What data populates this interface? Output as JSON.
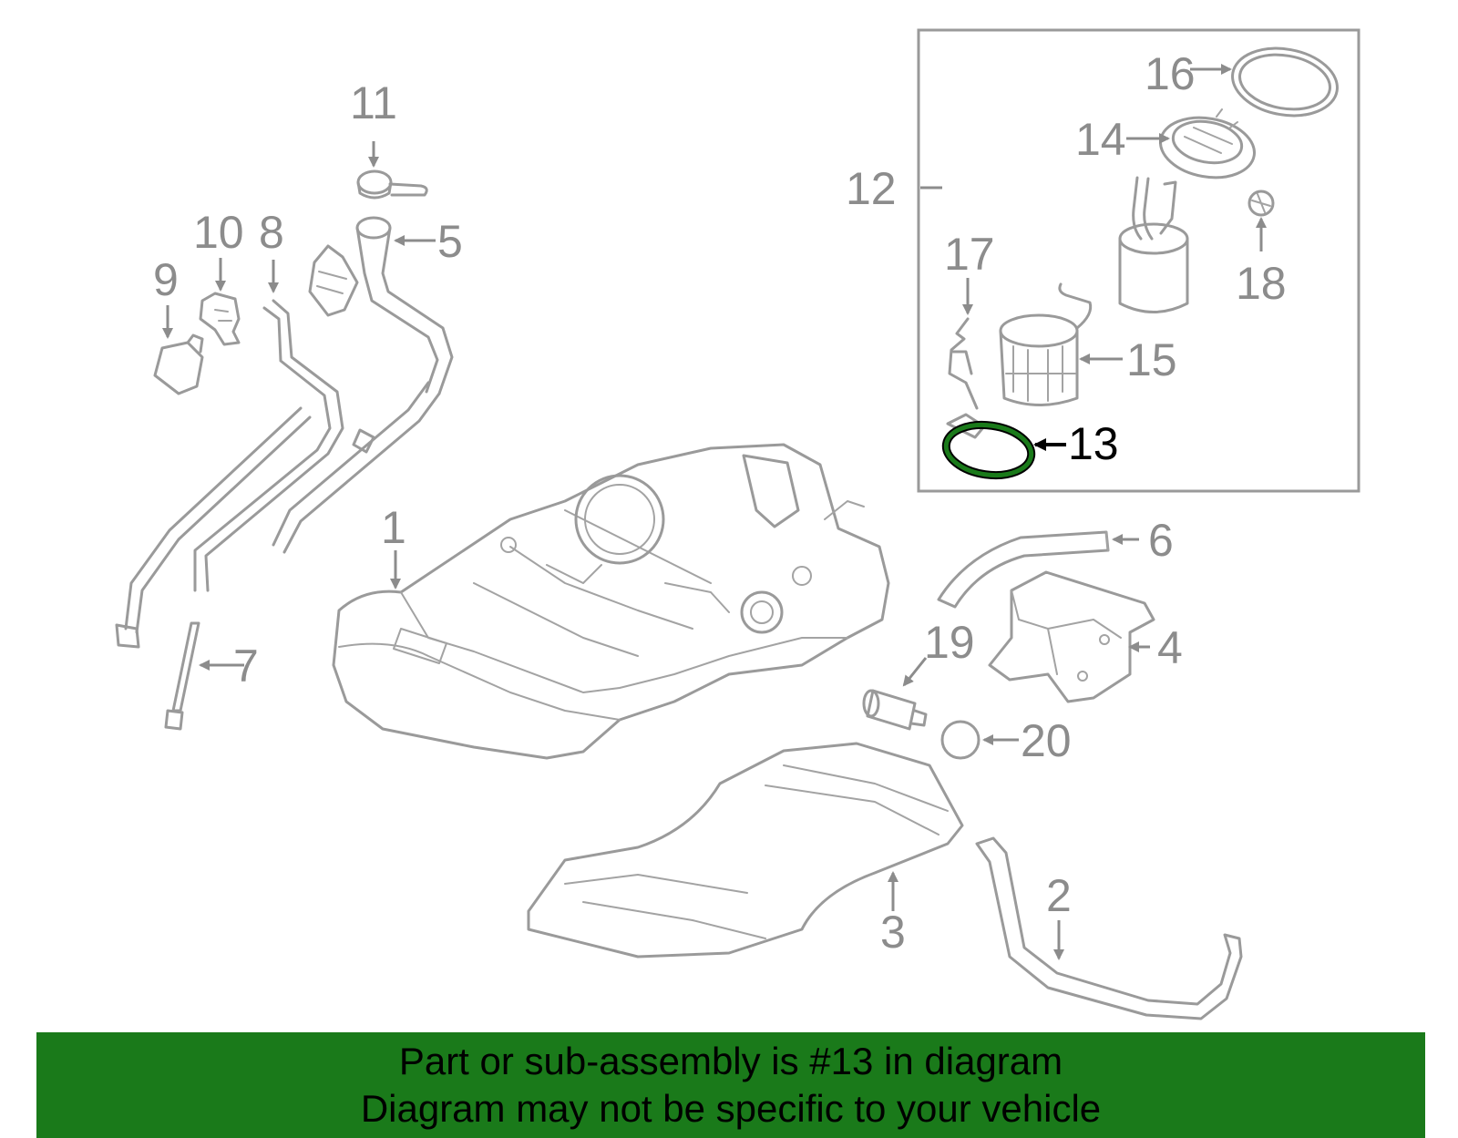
{
  "callouts": {
    "c1": "1",
    "c2": "2",
    "c3": "3",
    "c4": "4",
    "c5": "5",
    "c6": "6",
    "c7": "7",
    "c8": "8",
    "c9": "9",
    "c10": "10",
    "c11": "11",
    "c12": "12",
    "c13": "13",
    "c14": "14",
    "c15": "15",
    "c16": "16",
    "c17": "17",
    "c18": "18",
    "c19": "19",
    "c20": "20"
  },
  "highlighted_part": "13",
  "colors": {
    "banner_bg": "#1a7a1a",
    "highlight_part": "#1a7a1a",
    "part_lines": "#9a9a9a",
    "callout_text": "#8c8c8c"
  },
  "banner": {
    "line1": "Part or sub-assembly is #13 in diagram",
    "line2": "Diagram may not be specific to your vehicle"
  }
}
